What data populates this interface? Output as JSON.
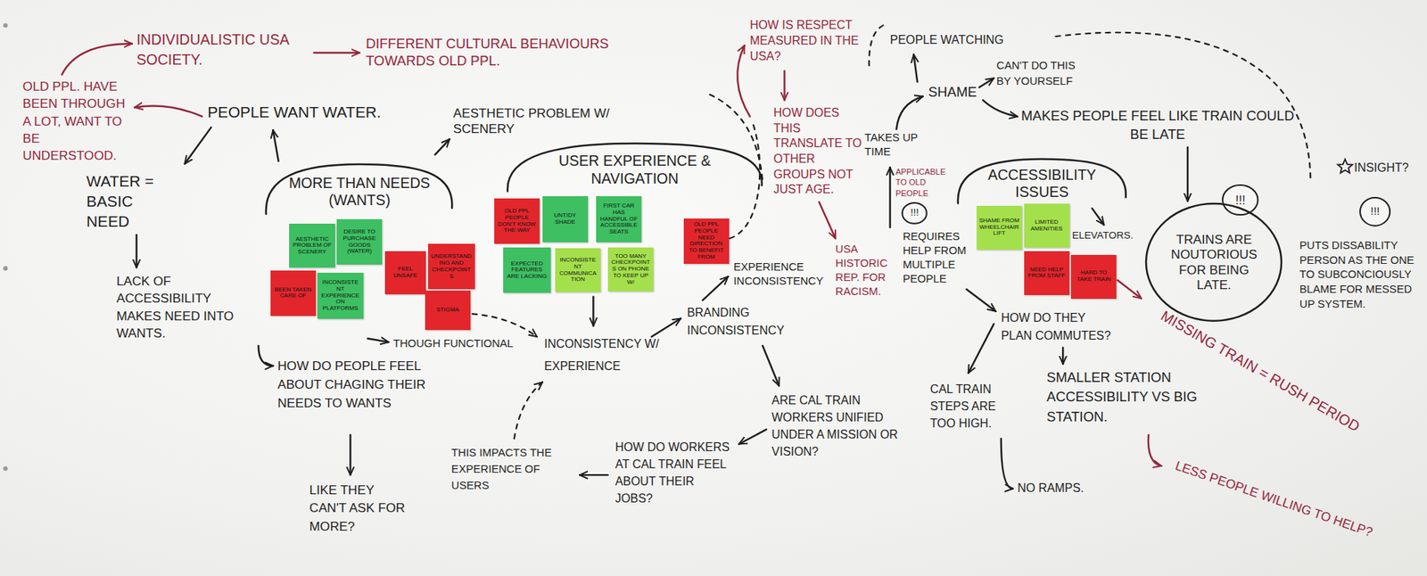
{
  "diagram": {
    "nodes": [
      {
        "text": [
          "MORE THAN NEEDS (WANTS)"
        ]
      },
      {
        "text": [
          "AESTHETIC PROBLEM OF SCENERY"
        ]
      },
      {
        "text": [
          "DESIRE TO PURCHASE GOODS (WATER)"
        ]
      },
      {
        "text": [
          "BEEN TAKEN CARE OF"
        ]
      },
      {
        "text": [
          "INCONSISTENT EXPERIENCE ON PLATFORMS"
        ]
      },
      {
        "text": [
          "FEEL UNSAFE"
        ]
      },
      {
        "text": [
          "UNDERSTANDING AND CHECKPOINTS"
        ]
      },
      {
        "text": [
          "STIGMA"
        ]
      },
      {
        "text": [
          "USER EXPERIENCE & NAVIGATION"
        ]
      },
      {
        "text": [
          "OLD PPL PEOPLE DON'T KNOW THE WAY"
        ]
      },
      {
        "text": [
          "UNTIDY SHADE"
        ]
      },
      {
        "text": [
          "FIRST CAR HAS HANDFUL OF ACCESSIBLE SEATS"
        ]
      },
      {
        "text": [
          "EXPECTED FEATURES ARE LACKING"
        ]
      },
      {
        "text": [
          "INCONSISTENT COMMUNICATION"
        ]
      },
      {
        "text": [
          "TOO MANY CHECKPOINTS ON PHONE TO KEEP UP W/"
        ]
      },
      {
        "text": [
          "OLD PPL PEOPLE NEED DIRECTION TO BENEFIT FROM"
        ]
      },
      {
        "text": [
          "!!!"
        ]
      },
      {
        "text": [
          "ACCESSIBILITY ISSUES"
        ]
      },
      {
        "text": [
          "SHAME FROM WHEELCHAIR LIFT"
        ]
      },
      {
        "text": [
          "LIMITED AMENITIES"
        ]
      },
      {
        "text": [
          "NEED HELP FROM STAFF"
        ]
      },
      {
        "text": [
          "HARD TO TAKE TRAIN"
        ]
      },
      {
        "text": [
          "!!!"
        ]
      },
      {
        "text": [
          "TRAINS ARE NOUTORIOUS FOR BEING LATE."
        ]
      },
      {
        "text": [
          "!!!"
        ]
      }
    ],
    "labels": [
      "INDIVIDUALISTIC USA SOCIETY.",
      "DIFFERENT CULTURAL BEHAVIOURS TOWARDS OLD PPL.",
      "OLD PPL. HAVE BEEN THROUGH A LOT, WANT TO BE UNDERSTOOD.",
      "PEOPLE WANT WATER.",
      "WATER = BASIC NEED",
      "LACK OF ACCESSIBILITY MAKES NEED INTO WANTS.",
      "HOW DO PEOPLE FEEL ABOUT CHAGING THEIR NEEDS TO WANTS",
      "LIKE THEY CAN'T ASK FOR MORE?",
      "AESTHETIC PROBLEM W/ SCENERY",
      "THOUGH FUNCTIONAL",
      "INCONSISTENCY W/ EXPERIENCE",
      "BRANDING INCONSISTENCY",
      "EXPERIENCE INCONSISTENCY",
      "ARE CAL TRAIN WORKERS UNIFIED UNDER A MISSION OR VISION?",
      "HOW DO WORKERS AT CAL TRAIN FEEL ABOUT THEIR JOBS?",
      "THIS IMPACTS THE EXPERIENCE OF USERS",
      "HOW IS RESPECT MEASURED IN THE USA?",
      "HOW DOES THIS TRANSLATE TO OTHER GROUPS NOT JUST AGE.",
      "USA HISTORIC REP. FOR RACISM.",
      "PEOPLE WATCHING",
      "SHAME",
      "CAN'T DO THIS BY YOURSELF",
      "TAKES UP TIME",
      "MAKES PEOPLE FEEL LIKE TRAIN COULD BE LATE",
      "APPLICABLE TO OLD PEOPLE",
      "REQUIRES HELP FROM MULTIPLE PEOPLE",
      "ELEVATORS.",
      "HOW DO THEY PLAN COMMUTES?",
      "MISSING TRAIN = RUSH PERIOD",
      "SMALLER STATION ACCESSIBILITY VS BIG STATION.",
      "CAL TRAIN STEPS ARE TOO HIGH.",
      "NO RAMPS.",
      "LESS PEOPLE WILLING TO HELP?",
      "INSIGHT?",
      "PUTS DISSABILITY PERSON AS THE ONE TO SUBCONCIOUSLY BLAME FOR MESSED UP SYSTEM."
    ]
  }
}
